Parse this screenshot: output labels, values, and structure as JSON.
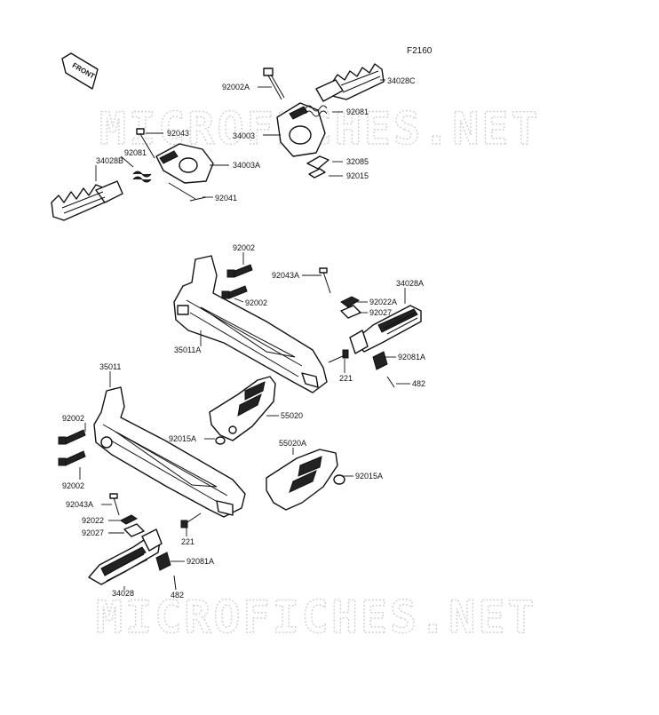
{
  "diagram_id": "F2160",
  "front_label": "FRONT",
  "watermark": "MICROFICHES.NET",
  "parts": {
    "p34028C": "34028C",
    "p92002A": "92002A",
    "p92081_top": "92081",
    "p34003": "34003",
    "p92043_top": "92043",
    "p34028B": "34028B",
    "p92081_left": "92081",
    "p34003A": "34003A",
    "p32085": "32085",
    "p92015": "92015",
    "p92041": "92041",
    "p92002_a": "92002",
    "p92002_b": "92002",
    "p92043A_right": "92043A",
    "p34028A": "34028A",
    "p92022A": "92022A",
    "p92027_right": "92027",
    "p35011A": "35011A",
    "p92081A_right": "92081A",
    "p221_right": "221",
    "p482_right": "482",
    "p35011": "35011",
    "p55020": "55020",
    "p92002_c": "92002",
    "p92015A_left": "92015A",
    "p55020A": "55020A",
    "p92002_d": "92002",
    "p92015A_right": "92015A",
    "p92043A_left": "92043A",
    "p92022": "92022",
    "p92027_left": "92027",
    "p221_left": "221",
    "p92081A_left": "92081A",
    "p34028": "34028",
    "p482_left": "482"
  }
}
